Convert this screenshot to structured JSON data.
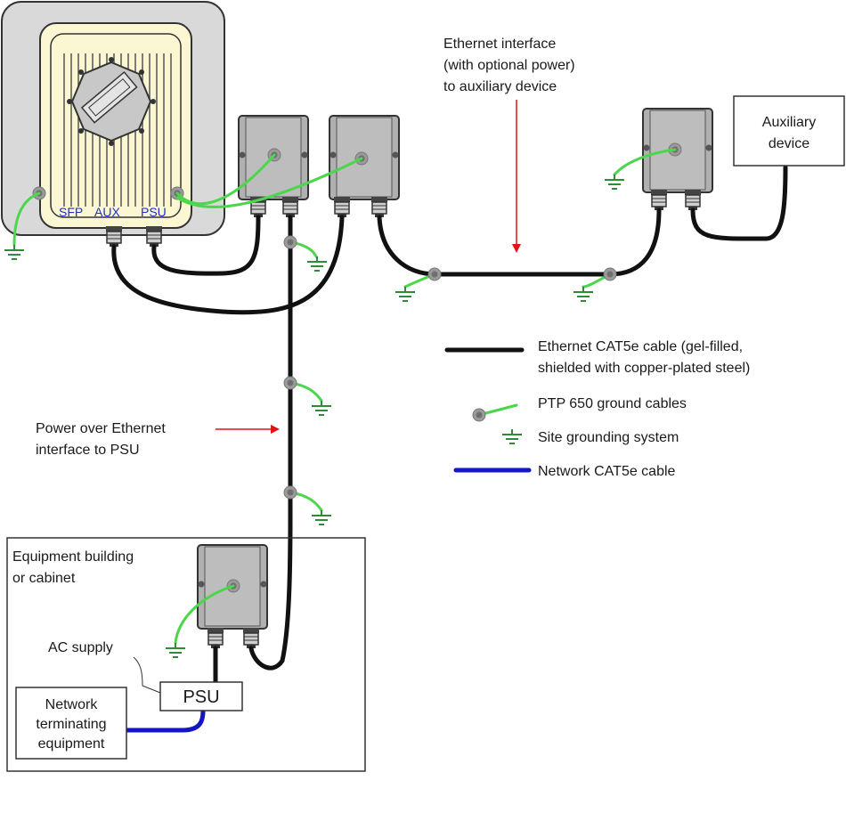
{
  "colors": {
    "ethernet_cable": "#111111",
    "ground_cable": "#4cd64c",
    "ground_symbol": "#2e8b3a",
    "network_cable": "#1414c8",
    "annotation_arrow": "#e01414",
    "odu_panel": "#d9d9d9",
    "odu_face": "#fbf7d2",
    "box_fill": "#b0b0b0",
    "connector": "#cfcfcf"
  },
  "odu": {
    "ports": {
      "sfp": "SFP",
      "aux": "AUX",
      "psu": "PSU"
    }
  },
  "annotations": {
    "aux_interface": {
      "line1": "Ethernet interface",
      "line2": "(with optional power)",
      "line3": "to auxiliary device"
    },
    "poe_interface": {
      "line1": "Power over Ethernet",
      "line2": "interface to PSU"
    }
  },
  "auxiliary_device": {
    "line1": "Auxiliary",
    "line2": "device"
  },
  "legend": {
    "ethernet_cable": {
      "line1": "Ethernet CAT5e cable (gel-filled,",
      "line2": "shielded with copper-plated steel)"
    },
    "ground_cables": "PTP 650 ground cables",
    "site_grounding": "Site grounding system",
    "network_cable": "Network CAT5e cable"
  },
  "building": {
    "title_line1": "Equipment building",
    "title_line2": "or cabinet",
    "ac_supply": "AC supply",
    "psu": "PSU",
    "nte": {
      "line1": "Network",
      "line2": "terminating",
      "line3": "equipment"
    }
  }
}
